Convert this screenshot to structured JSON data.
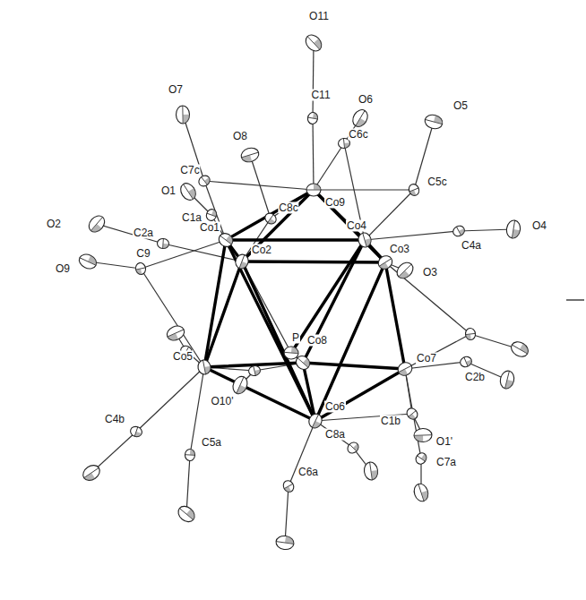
{
  "diagram": {
    "labels": [
      "O11",
      "C11",
      "O7",
      "O6",
      "O8",
      "C6c",
      "O5",
      "C7c",
      "O1",
      "C8c",
      "Co9",
      "C1a",
      "C5c",
      "Co4",
      "C4a",
      "O4",
      "Co1",
      "O2",
      "C2a",
      "Co2",
      "Co3",
      "O3",
      "C9",
      "O9",
      "P",
      "Co8",
      "Co5",
      "Co7",
      "C2b",
      "O10'",
      "Co6",
      "C8a",
      "C1b",
      "O1'",
      "C4b",
      "C7a",
      "C5a",
      "C6a"
    ]
  }
}
